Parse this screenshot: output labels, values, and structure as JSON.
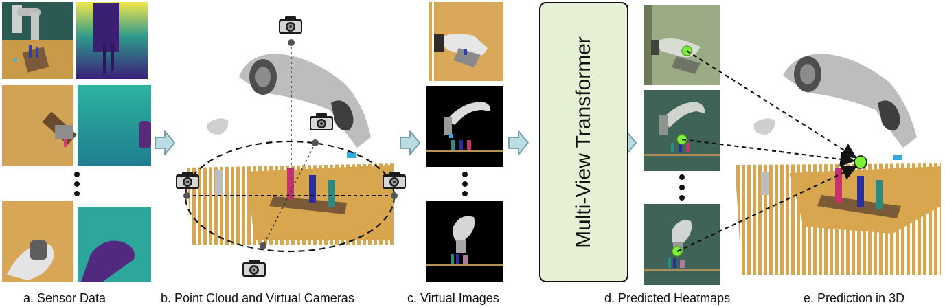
{
  "captions": {
    "a": "a. Sensor Data",
    "b": "b. Point Cloud and Virtual Cameras",
    "c": "c. Virtual Images",
    "d": "d. Predicted Heatmaps",
    "e": "e. Prediction in 3D"
  },
  "transformer": {
    "label": "Multi-View Transformer"
  },
  "colors": {
    "arrow_fill": "#b9dde2",
    "arrow_stroke": "#6f9aa3",
    "heatmap_point": "#7ef03a",
    "transformer_bg": "#e6f0d4",
    "table_wood": "#d8a64f",
    "heatmap_view_bg": "#3f6457",
    "virtual_view_bg": "#000000"
  },
  "icons": [
    "camera-icon",
    "arrow-right-icon",
    "vertical-ellipsis-icon"
  ]
}
